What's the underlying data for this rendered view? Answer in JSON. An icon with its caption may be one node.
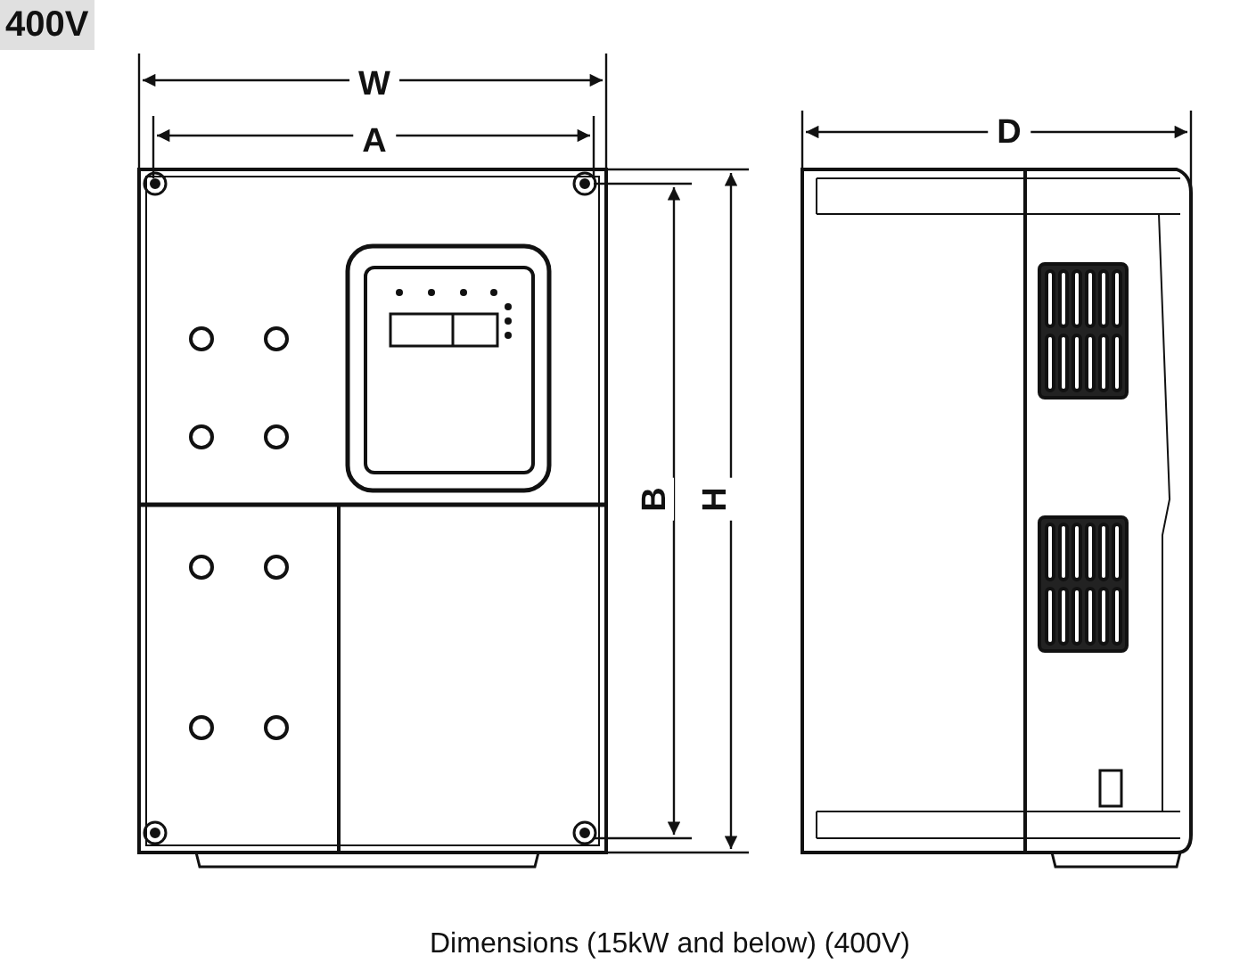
{
  "diagram": {
    "title": "400V",
    "caption": "Dimensions (15kW and below) (400V)",
    "labels": [
      "W",
      "A",
      "B",
      "H",
      "D"
    ]
  }
}
